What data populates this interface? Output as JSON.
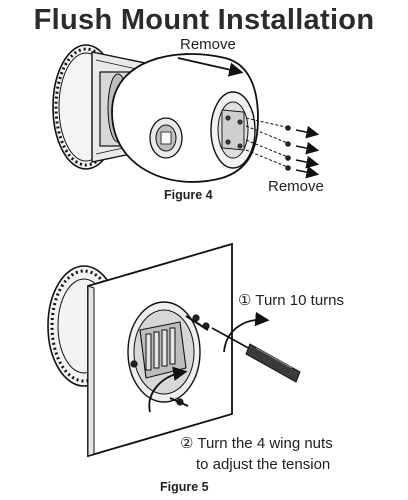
{
  "title": "Flush Mount Installation",
  "figure4": {
    "caption": "Figure 4",
    "remove_top": "Remove",
    "remove_bottom": "Remove"
  },
  "figure5": {
    "caption": "Figure 5",
    "step1": "① Turn 10 turns",
    "step2_line1": "② Turn the 4 wing nuts",
    "step2_line2": "to adjust the tension"
  }
}
